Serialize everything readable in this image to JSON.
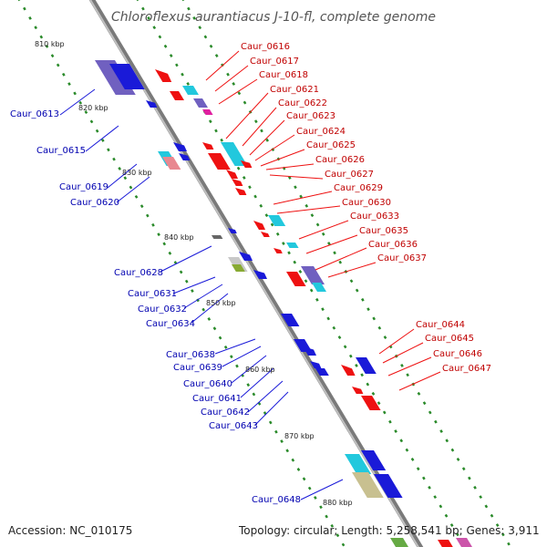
{
  "title": "Chloroflexus aurantiacus J-10-fl, complete genome",
  "footer": {
    "accession": "Accession: NC_010175",
    "summary": "Topology: circular; Length: 5,258,541 bp; Genes: 3,911"
  },
  "colors": {
    "forward": "#ee1111",
    "reverse": "#1a1ad8",
    "rna": "#22c8dd",
    "other": "#7060c0",
    "red_label": "#c00000",
    "blue_label": "#0000b0",
    "tick": "#2a8a2a",
    "backbone": "#909090"
  },
  "kbp_marks": [
    "810 kbp",
    "820 kbp",
    "830 kbp",
    "840 kbp",
    "850 kbp",
    "860 kbp",
    "870 kbp",
    "880 kbp"
  ],
  "right_labels": [
    "Caur_0616",
    "Caur_0617",
    "Caur_0618",
    "Caur_0621",
    "Caur_0622",
    "Caur_0623",
    "Caur_0624",
    "Caur_0625",
    "Caur_0626",
    "Caur_0627",
    "Caur_0629",
    "Caur_0630",
    "Caur_0633",
    "Caur_0635",
    "Caur_0636",
    "Caur_0637",
    "Caur_0644",
    "Caur_0645",
    "Caur_0646",
    "Caur_0647"
  ],
  "left_labels": [
    "Caur_0613",
    "Caur_0615",
    "Caur_0619",
    "Caur_0620",
    "Caur_0628",
    "Caur_0631",
    "Caur_0632",
    "Caur_0634",
    "Caur_0638",
    "Caur_0639",
    "Caur_0640",
    "Caur_0641",
    "Caur_0642",
    "Caur_0643",
    "Caur_0648"
  ]
}
